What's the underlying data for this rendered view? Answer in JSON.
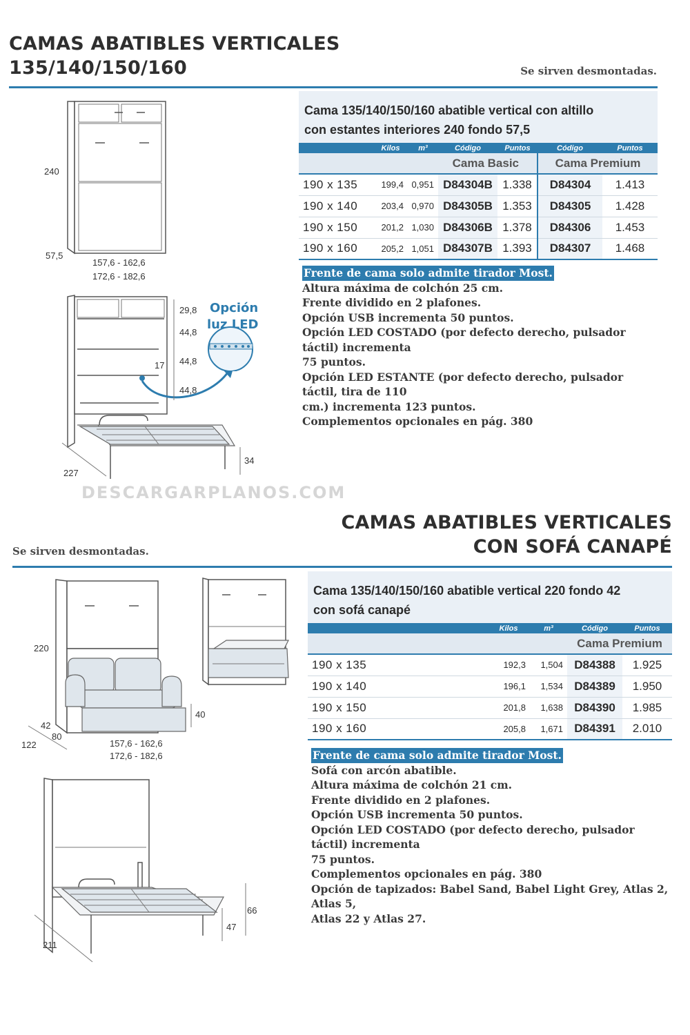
{
  "section1": {
    "title_line1": "CAMAS ABATIBLES VERTICALES",
    "title_line2": "135/140/150/160",
    "served_note": "Se sirven desmontadas.",
    "panel_title_line1": "Cama 135/140/150/160 abatible vertical con altillo",
    "panel_title_line2_pre": "con estantes interiores ",
    "panel_title_line2_height": "240",
    "panel_title_line2_mid": " fondo ",
    "panel_title_line2_depth": "57,5",
    "table": {
      "headers": [
        "Kilos",
        "m³",
        "Código",
        "Puntos",
        "Código",
        "Puntos"
      ],
      "group_basic": "Cama Basic",
      "group_premium": "Cama Premium",
      "rows": [
        {
          "size": "190 x 135",
          "kilos": "199,4",
          "m3": "0,951",
          "code_basic": "D84304B",
          "pts_basic": "1.338",
          "code_premium": "D84304",
          "pts_premium": "1.413"
        },
        {
          "size": "190 x 140",
          "kilos": "203,4",
          "m3": "0,970",
          "code_basic": "D84305B",
          "pts_basic": "1.353",
          "code_premium": "D84305",
          "pts_premium": "1.428"
        },
        {
          "size": "190 x 150",
          "kilos": "201,2",
          "m3": "1,030",
          "code_basic": "D84306B",
          "pts_basic": "1.378",
          "code_premium": "D84306",
          "pts_premium": "1.453"
        },
        {
          "size": "190 x 160",
          "kilos": "205,2",
          "m3": "1,051",
          "code_basic": "D84307B",
          "pts_basic": "1.393",
          "code_premium": "D84307",
          "pts_premium": "1.468"
        }
      ]
    },
    "highlight_note": "Frente de cama solo admite tirador Most.",
    "notes": [
      "Altura máxima de colchón 25 cm.",
      "Frente dividido en 2 plafones.",
      "Opción USB incrementa 50 puntos.",
      "Opción LED COSTADO (por defecto derecho, pulsador táctil) incrementa",
      "75 puntos.",
      "Opción LED ESTANTE (por defecto derecho, pulsador táctil, tira de 110",
      "cm.) incrementa 123 puntos.",
      "Complementos opcionales en pág.  380"
    ],
    "drawing_labels": {
      "height": "240",
      "depth": "57,5",
      "width1": "157,6 - 162,6",
      "width2": "172,6 - 182,6",
      "shelf1": "29,8",
      "shelf2": "44,8",
      "shelf3": "44,8",
      "shelf4": "44,8",
      "side": "17",
      "length": "227",
      "leg": "34",
      "led_option_line1": "Opción",
      "led_option_line2": "luz LED"
    }
  },
  "watermark": "DESCARGARPLANOS.COM",
  "section2": {
    "title_line1": "CAMAS ABATIBLES VERTICALES",
    "title_line2": "CON SOFÁ CANAPÉ",
    "served_note": "Se sirven desmontadas.",
    "panel_title_line1_pre": "Cama 135/140/150/160 abatible vertical ",
    "panel_title_line1_height": "220",
    "panel_title_line1_mid": " fondo ",
    "panel_title_line1_depth": "42",
    "panel_title_line2": "con sofá canapé",
    "table": {
      "headers": [
        "Kilos",
        "m³",
        "Código",
        "Puntos"
      ],
      "group_premium": "Cama Premium",
      "rows": [
        {
          "size": "190 x 135",
          "kilos": "192,3",
          "m3": "1,504",
          "code": "D84388",
          "pts": "1.925"
        },
        {
          "size": "190 x 140",
          "kilos": "196,1",
          "m3": "1,534",
          "code": "D84389",
          "pts": "1.950"
        },
        {
          "size": "190 x 150",
          "kilos": "201,8",
          "m3": "1,638",
          "code": "D84390",
          "pts": "1.985"
        },
        {
          "size": "190 x 160",
          "kilos": "205,8",
          "m3": "1,671",
          "code": "D84391",
          "pts": "2.010"
        }
      ]
    },
    "highlight_note": "Frente de cama solo admite tirador Most.",
    "notes": [
      "Sofá con arcón abatible.",
      "Altura máxima de colchón 21 cm.",
      "Frente dividido en 2 plafones.",
      "Opción USB incrementa 50 puntos.",
      "Opción LED COSTADO (por defecto derecho, pulsador táctil) incrementa",
      "75 puntos.",
      "Complementos opcionales en pág.  380",
      "Opción de tapizados: Babel Sand, Babel Light Grey, Atlas 2, Atlas 5,",
      "Atlas 22 y Atlas 27."
    ],
    "drawing_labels": {
      "height": "220",
      "depth1": "42",
      "depth2": "80",
      "depth3": "122",
      "seat": "40",
      "width1": "157,6 - 162,6",
      "width2": "172,6 - 182,6",
      "length": "211",
      "h66": "66",
      "h47": "47"
    }
  },
  "colors": {
    "accent": "#2d7cae",
    "panel": "#eaf0f6"
  }
}
